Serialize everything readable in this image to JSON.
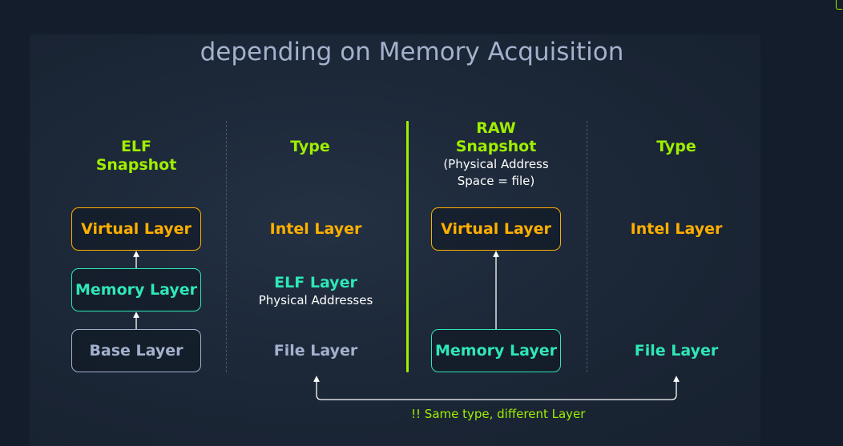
{
  "title": "depending on Memory Acquisition",
  "left": {
    "heading_line1": "ELF",
    "heading_line2": "Snapshot",
    "boxes": [
      "Virtual Layer",
      "Memory Layer",
      "Base Layer"
    ]
  },
  "left_type": {
    "heading": "Type",
    "labels": [
      "Intel Layer",
      "ELF Layer",
      "File Layer"
    ],
    "sub": "Physical Addresses"
  },
  "right": {
    "heading_line1": "RAW",
    "heading_line2": "Snapshot",
    "sub_line1": "(Physical Address",
    "sub_line2": "Space = file)",
    "boxes": [
      "Virtual Layer",
      "Memory Layer"
    ]
  },
  "right_type": {
    "heading": "Type",
    "labels": [
      "Intel Layer",
      "File Layer"
    ]
  },
  "note": "!! Same type, different Layer",
  "colors": {
    "accent_green": "#9fef00",
    "orange": "#ffaf00",
    "teal": "#2ee7b6",
    "gray": "#a4b1cd"
  }
}
